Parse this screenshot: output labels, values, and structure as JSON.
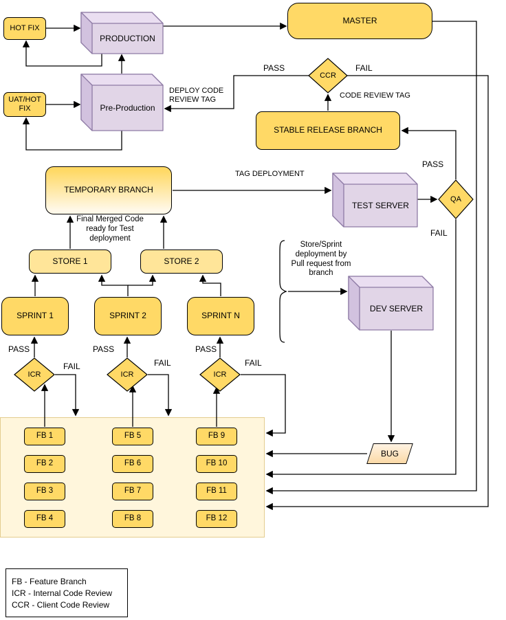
{
  "diagram": {
    "nodes": {
      "hot_fix": "HOT FIX",
      "production": "PRODUCTION",
      "master": "MASTER",
      "uat_hot_fix": "UAT/HOT FIX",
      "pre_production": "Pre-Production",
      "ccr": "CCR",
      "stable_release_branch": "STABLE RELEASE BRANCH",
      "temporary_branch": "TEMPORARY BRANCH",
      "test_server": "TEST SERVER",
      "qa": "QA",
      "store_1": "STORE 1",
      "store_2": "STORE 2",
      "sprint_1": "SPRINT 1",
      "sprint_2": "SPRINT 2",
      "sprint_n": "SPRINT N",
      "icr_1": "ICR",
      "icr_2": "ICR",
      "icr_3": "ICR",
      "dev_server": "DEV SERVER",
      "bug": "BUG"
    },
    "feature_branches": [
      "FB 1",
      "FB 2",
      "FB 3",
      "FB 4",
      "FB 5",
      "FB 6",
      "FB 7",
      "FB 8",
      "FB 9",
      "FB 10",
      "FB 11",
      "FB 12"
    ],
    "edge_labels": {
      "ccr_pass": "PASS",
      "ccr_fail": "FAIL",
      "qa_pass": "PASS",
      "qa_fail": "FAIL",
      "icr1_pass": "PASS",
      "icr1_fail": "FAIL",
      "icr2_pass": "PASS",
      "icr2_fail": "FAIL",
      "icr3_pass": "PASS",
      "icr3_fail": "FAIL"
    },
    "annotations": {
      "deploy_code_review_tag": "DEPLOY CODE REVIEW TAG",
      "code_review_tag": "CODE REVIEW TAG",
      "tag_deployment": "TAG DEPLOYMENT",
      "final_merged_code": "Final Merged Code ready for Test deployment",
      "store_sprint_deployment": "Store/Sprint deployment by Pull request from branch"
    },
    "legend": [
      "FB - Feature Branch",
      "ICR - Internal Code Review",
      "CCR - Client Code Review"
    ],
    "colors": {
      "node_yellow": "#ffd966",
      "store_yellow": "#ffe599",
      "container_fill": "#fff6dc",
      "server_purple": "#e1d5e7",
      "server_border": "#9673a6",
      "bug_fill": "#ffe6cc",
      "line": "#000000"
    }
  }
}
